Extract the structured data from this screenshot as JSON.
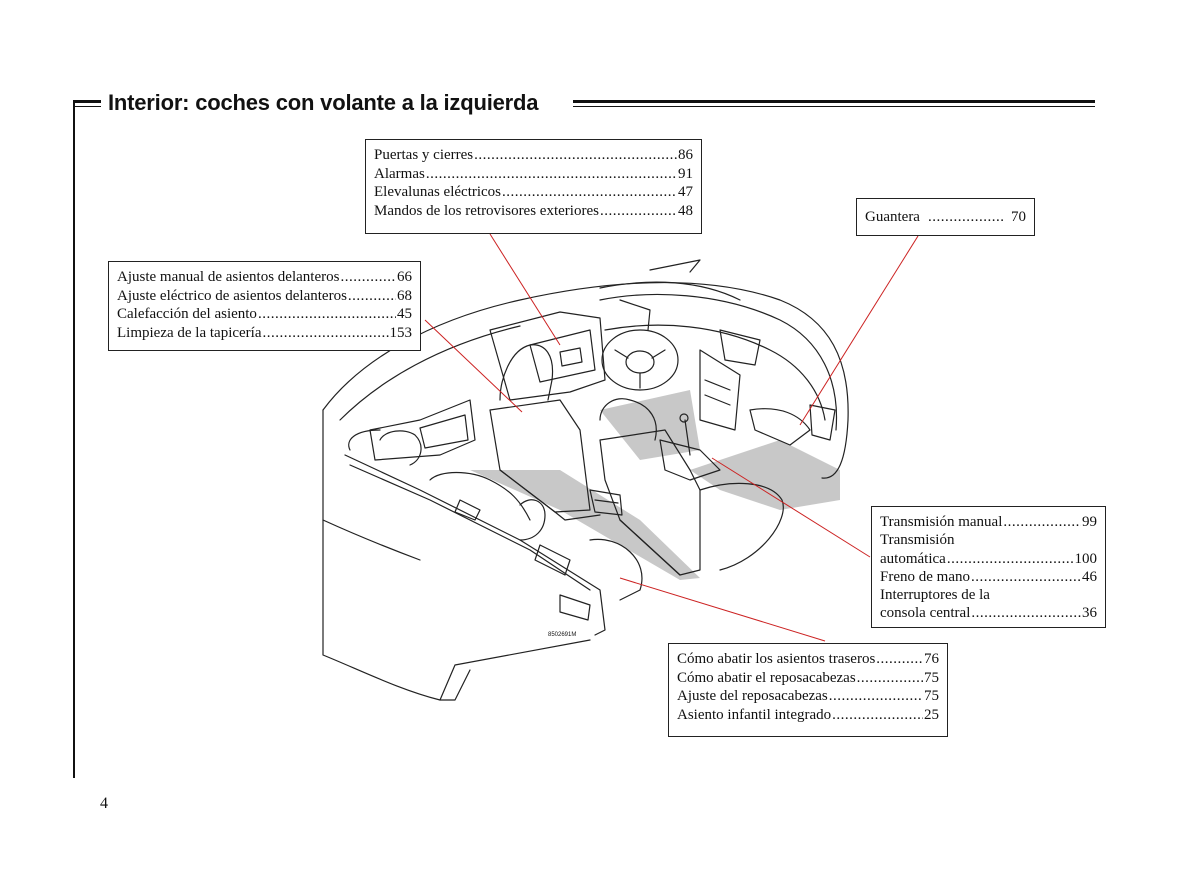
{
  "header": {
    "title": "Interior: coches con volante a la izquierda"
  },
  "page_number": "4",
  "image_ref": "8502691M",
  "callouts": {
    "doors": [
      {
        "label": "Puertas y cierres",
        "page": "86"
      },
      {
        "label": "Alarmas",
        "page": "91"
      },
      {
        "label": "Elevalunas eléctricos",
        "page": "47"
      },
      {
        "label": "Mandos de los retrovisores exteriores",
        "page": "48"
      }
    ],
    "glovebox": [
      {
        "label": "Guantera",
        "page": "70"
      }
    ],
    "seats": [
      {
        "label": "Ajuste manual de asientos delanteros",
        "page": "66"
      },
      {
        "label": "Ajuste eléctrico de asientos delanteros",
        "page": "68"
      },
      {
        "label": "Calefacción del asiento",
        "page": "45"
      },
      {
        "label": "Limpieza de la tapicería",
        "page": "153"
      }
    ],
    "transmission": {
      "manual": {
        "label": "Transmisión manual",
        "page": "99"
      },
      "auto_line1": "Transmisión",
      "automatic": {
        "label": "automática",
        "page": "100"
      },
      "handbrake": {
        "label": "Freno de mano",
        "page": "46"
      },
      "switches_line1": "Interruptores de la",
      "console": {
        "label": "consola central",
        "page": "36"
      }
    },
    "rear": [
      {
        "label": "Cómo abatir los asientos traseros",
        "page": "76"
      },
      {
        "label": "Cómo abatir el reposacabezas",
        "page": "75"
      },
      {
        "label": "Ajuste del reposacabezas",
        "page": "75"
      },
      {
        "label": "Asiento infantil integrado",
        "page": "25"
      }
    ]
  },
  "colors": {
    "leader_line": "#cc2222",
    "text": "#111111",
    "floor": "#c8c8c8"
  }
}
